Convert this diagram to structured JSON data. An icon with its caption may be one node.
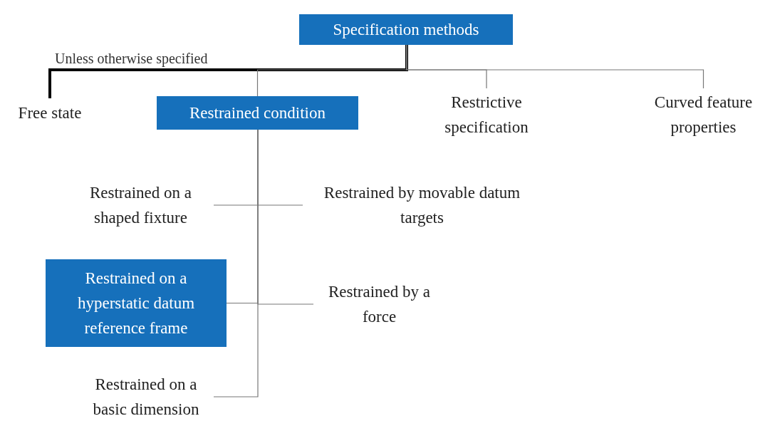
{
  "diagram": {
    "nodes": [
      {
        "text": [
          "Specification methods"
        ]
      },
      {
        "text": [
          "Free state"
        ]
      },
      {
        "text": [
          "Restrained condition"
        ]
      },
      {
        "text": [
          "Restrictive specification"
        ]
      },
      {
        "text": [
          "Curved feature properties"
        ]
      },
      {
        "text": [
          "Restrained on a shaped fixture"
        ]
      },
      {
        "text": [
          "Restrained by movable datum targets"
        ]
      },
      {
        "text": [
          "Restrained on a hyperstatic datum reference frame"
        ]
      },
      {
        "text": [
          "Restrained by a force"
        ]
      },
      {
        "text": [
          "Restrained on a basic dimension"
        ]
      }
    ],
    "edges": [
      {
        "from": 0,
        "to": 1,
        "arrow": "none",
        "label": "Unless otherwise specified",
        "style": "thick",
        "color": "#000000"
      },
      {
        "from": 0,
        "to": 2,
        "arrow": "none"
      },
      {
        "from": 0,
        "to": 3,
        "arrow": "none"
      },
      {
        "from": 0,
        "to": 4,
        "arrow": "none"
      },
      {
        "from": 2,
        "to": 5,
        "arrow": "none"
      },
      {
        "from": 2,
        "to": 6,
        "arrow": "none"
      },
      {
        "from": 2,
        "to": 7,
        "arrow": "none"
      },
      {
        "from": 2,
        "to": 8,
        "arrow": "none"
      },
      {
        "from": 2,
        "to": 9,
        "arrow": "none"
      }
    ]
  }
}
